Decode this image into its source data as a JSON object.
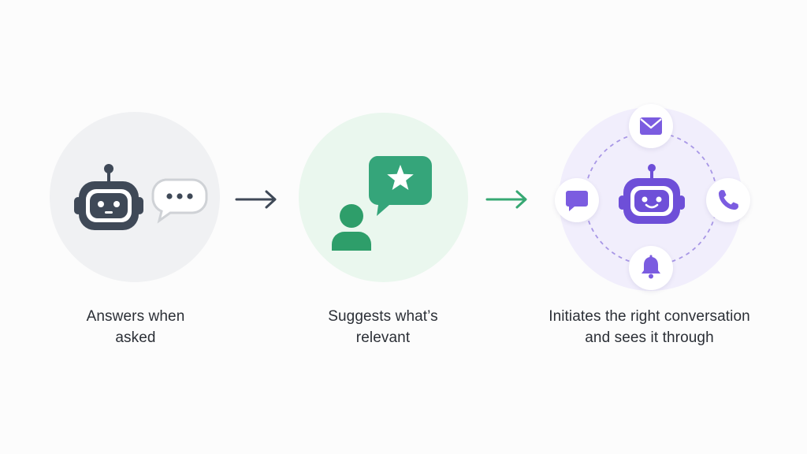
{
  "steps": [
    {
      "id": "answers",
      "caption_line1": "Answers when",
      "caption_line2": "asked",
      "icons": [
        "robot-icon",
        "speech-bubble-icon"
      ],
      "circle_color": "#f0f1f3",
      "accent_color": "#3f4957"
    },
    {
      "id": "suggests",
      "caption_line1": "Suggests what’s",
      "caption_line2": "relevant",
      "icons": [
        "person-icon",
        "star-chat-icon"
      ],
      "circle_color": "#eaf7ee",
      "accent_color": "#2e9e6a"
    },
    {
      "id": "initiates",
      "caption_line1": "Initiates the right conversation",
      "caption_line2": "and sees it through",
      "icons": [
        "robot-icon",
        "mail-icon",
        "phone-icon",
        "bell-icon",
        "chat-icon"
      ],
      "circle_color": "#f1eefc",
      "accent_color": "#6e4fd8"
    }
  ],
  "arrows": [
    {
      "color": "#3f4957",
      "icon": "arrow-right-icon"
    },
    {
      "color": "#37a873",
      "icon": "arrow-right-icon"
    }
  ]
}
